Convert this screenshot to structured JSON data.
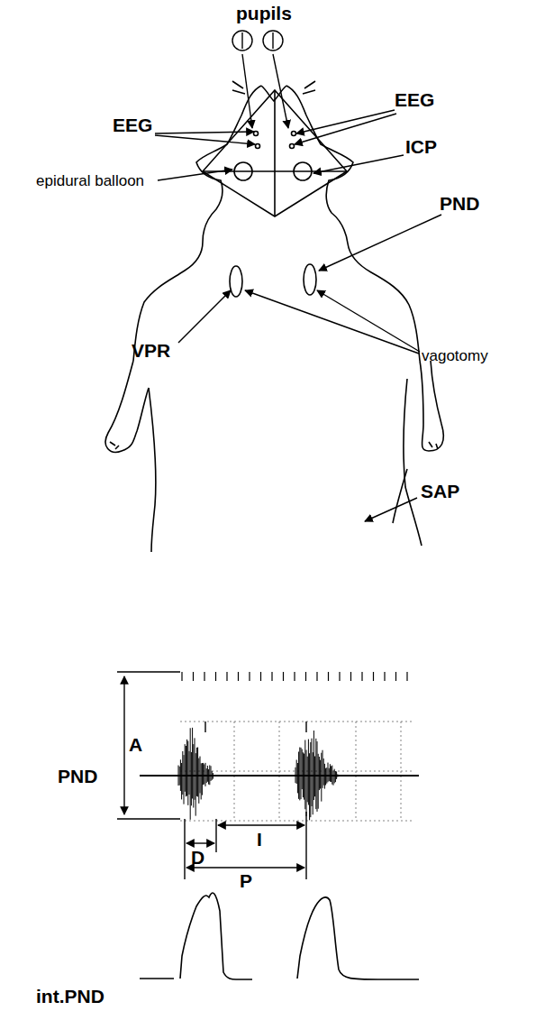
{
  "diagram": {
    "labels": [
      "pupils",
      "EEG",
      "EEG",
      "epidural balloon",
      "ICP",
      "PND",
      "VPR",
      "vagotomy",
      "SAP",
      "A",
      "PND",
      "D",
      "I",
      "P",
      "int.PND"
    ]
  }
}
